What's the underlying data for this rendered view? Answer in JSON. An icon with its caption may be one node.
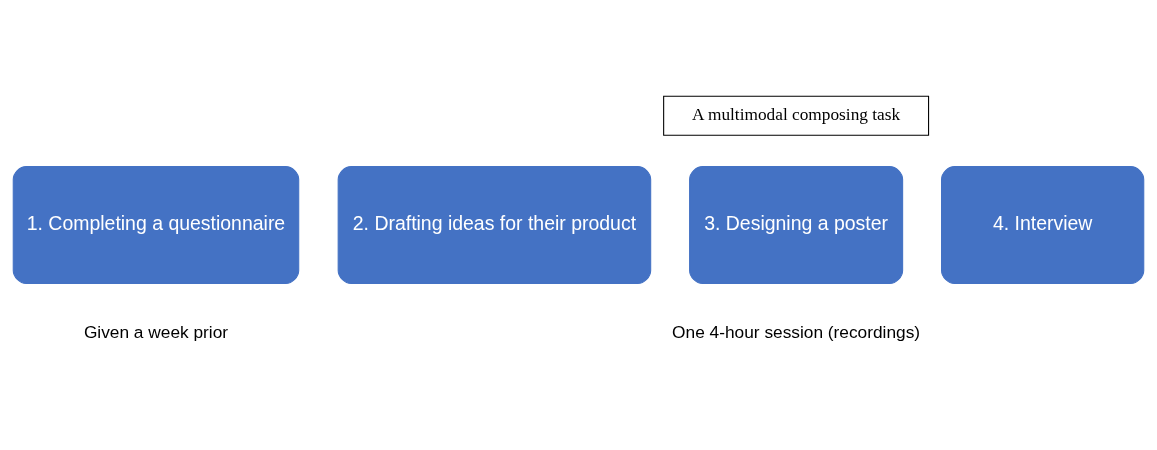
{
  "diagram": {
    "nodes": [
      {
        "text": [
          "A multimodal composing task"
        ]
      },
      {
        "text": [
          "1. Completing a questionnaire"
        ],
        "beside": [
          "Given a week prior"
        ]
      },
      {
        "text": [
          "2. Drafting ideas for their product"
        ]
      },
      {
        "text": [
          "3. Designing a poster"
        ]
      },
      {
        "text": [
          "4. Interview"
        ]
      }
    ],
    "labels": [
      "One 4-hour session (recordings)"
    ]
  }
}
